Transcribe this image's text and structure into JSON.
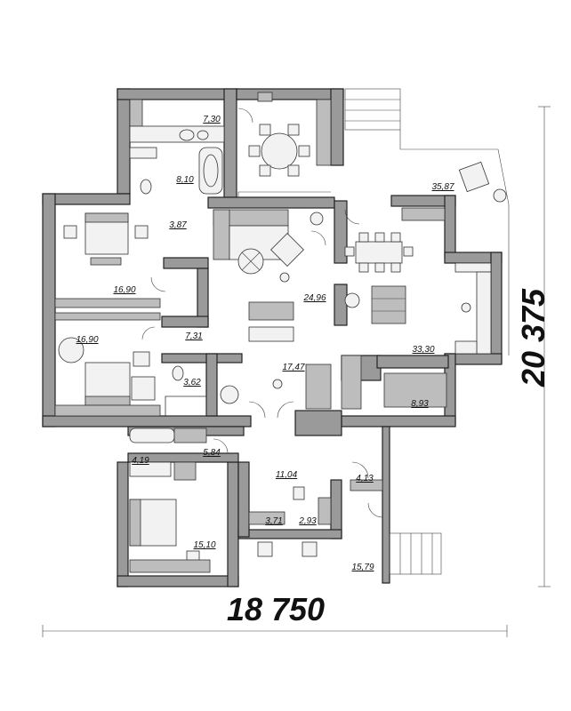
{
  "dimensions": {
    "width_label": "18 750",
    "height_label": "20 375"
  },
  "rooms": [
    {
      "id": "bath-top",
      "area": "7,30"
    },
    {
      "id": "hall-top",
      "area": "8,10"
    },
    {
      "id": "terrace-top",
      "area": "35,87"
    },
    {
      "id": "closet-a",
      "area": "3,87"
    },
    {
      "id": "living",
      "area": "24,96"
    },
    {
      "id": "bedroom-nw",
      "area": "16,90"
    },
    {
      "id": "bedroom-w",
      "area": "16,90"
    },
    {
      "id": "corridor",
      "area": "7,31"
    },
    {
      "id": "wc-a",
      "area": "3,62"
    },
    {
      "id": "hall-main",
      "area": "17,47"
    },
    {
      "id": "kitchen-dining",
      "area": "33,30"
    },
    {
      "id": "pantry",
      "area": "8,93"
    },
    {
      "id": "bath-sw",
      "area": "4,19"
    },
    {
      "id": "closet-sw",
      "area": "5,84"
    },
    {
      "id": "entry",
      "area": "11,04"
    },
    {
      "id": "utility",
      "area": "4,13"
    },
    {
      "id": "closet-b",
      "area": "3,71"
    },
    {
      "id": "wc-b",
      "area": "2,93"
    },
    {
      "id": "bedroom-sw",
      "area": "15,10"
    },
    {
      "id": "terrace-bottom",
      "area": "15,79"
    }
  ]
}
